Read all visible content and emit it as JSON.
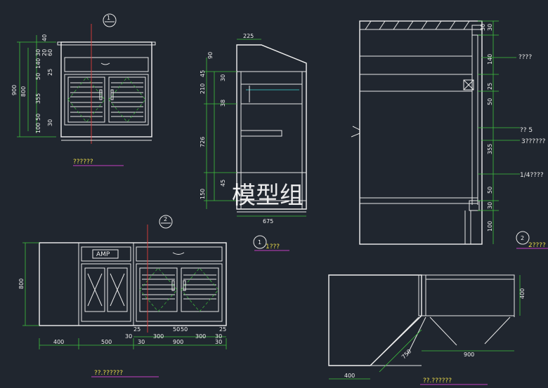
{
  "watermark": "模型组",
  "captions": {
    "front_top": "??????",
    "section_1": "1???",
    "section_2": "2????",
    "front_bottom": "??.??????",
    "plan": "??.??????"
  },
  "markers": {
    "m1": "1",
    "m2": "2",
    "m2b": "2",
    "m1b": "1"
  },
  "amp_label": "AMP",
  "front_top_dims": {
    "left_v": [
      "40",
      "30",
      "20",
      "60",
      "140",
      "50",
      "25",
      "355",
      "100",
      "50",
      "30"
    ],
    "overall": "900",
    "inner": "800"
  },
  "side_dims": {
    "top": "225",
    "bottom": "675",
    "left_v": [
      "90",
      "45",
      "30",
      "210",
      "38",
      "726",
      "45",
      "150"
    ]
  },
  "section_dims": {
    "right_v": [
      "30",
      "30",
      "140",
      "25",
      "50",
      "355",
      "50",
      "30",
      "100"
    ],
    "notes": [
      "????",
      "?? 5",
      "3??????",
      "1/4????"
    ]
  },
  "front_bottom_dims": {
    "height": "800",
    "bottom": [
      "400",
      "500",
      "900"
    ],
    "inner": [
      "25",
      "30",
      "30",
      "300",
      "50",
      "50",
      "300",
      "25",
      "30",
      "30"
    ]
  },
  "plan_dims": {
    "v": "400",
    "h": "900",
    "diag": "750",
    "left": "400"
  }
}
